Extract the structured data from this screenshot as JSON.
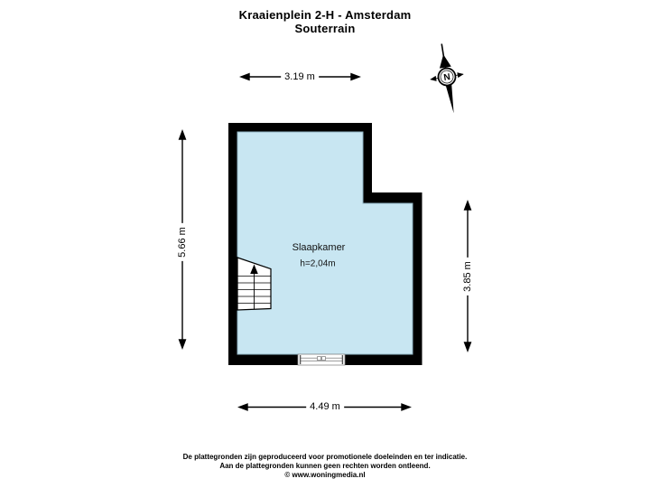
{
  "header": {
    "title_line1": "Kraaienplein 2-H - Amsterdam",
    "title_line2": "Souterrain"
  },
  "floorplan": {
    "room": {
      "name": "Slaapkamer",
      "height_label": "h=2,04m",
      "fill_color": "#c8e6f2",
      "wall_color": "#000000"
    },
    "dimensions": {
      "top": "3.19 m",
      "left": "5.66 m",
      "right": "3.85 m",
      "bottom": "4.49 m"
    },
    "compass": {
      "label": "N"
    }
  },
  "footer": {
    "line1": "De plattegronden zijn geproduceerd voor promotionele doeleinden en ter indicatie.",
    "line2": "Aan de plattegronden kunnen geen rechten worden ontleend.",
    "line3": "© www.woningmedia.nl"
  }
}
